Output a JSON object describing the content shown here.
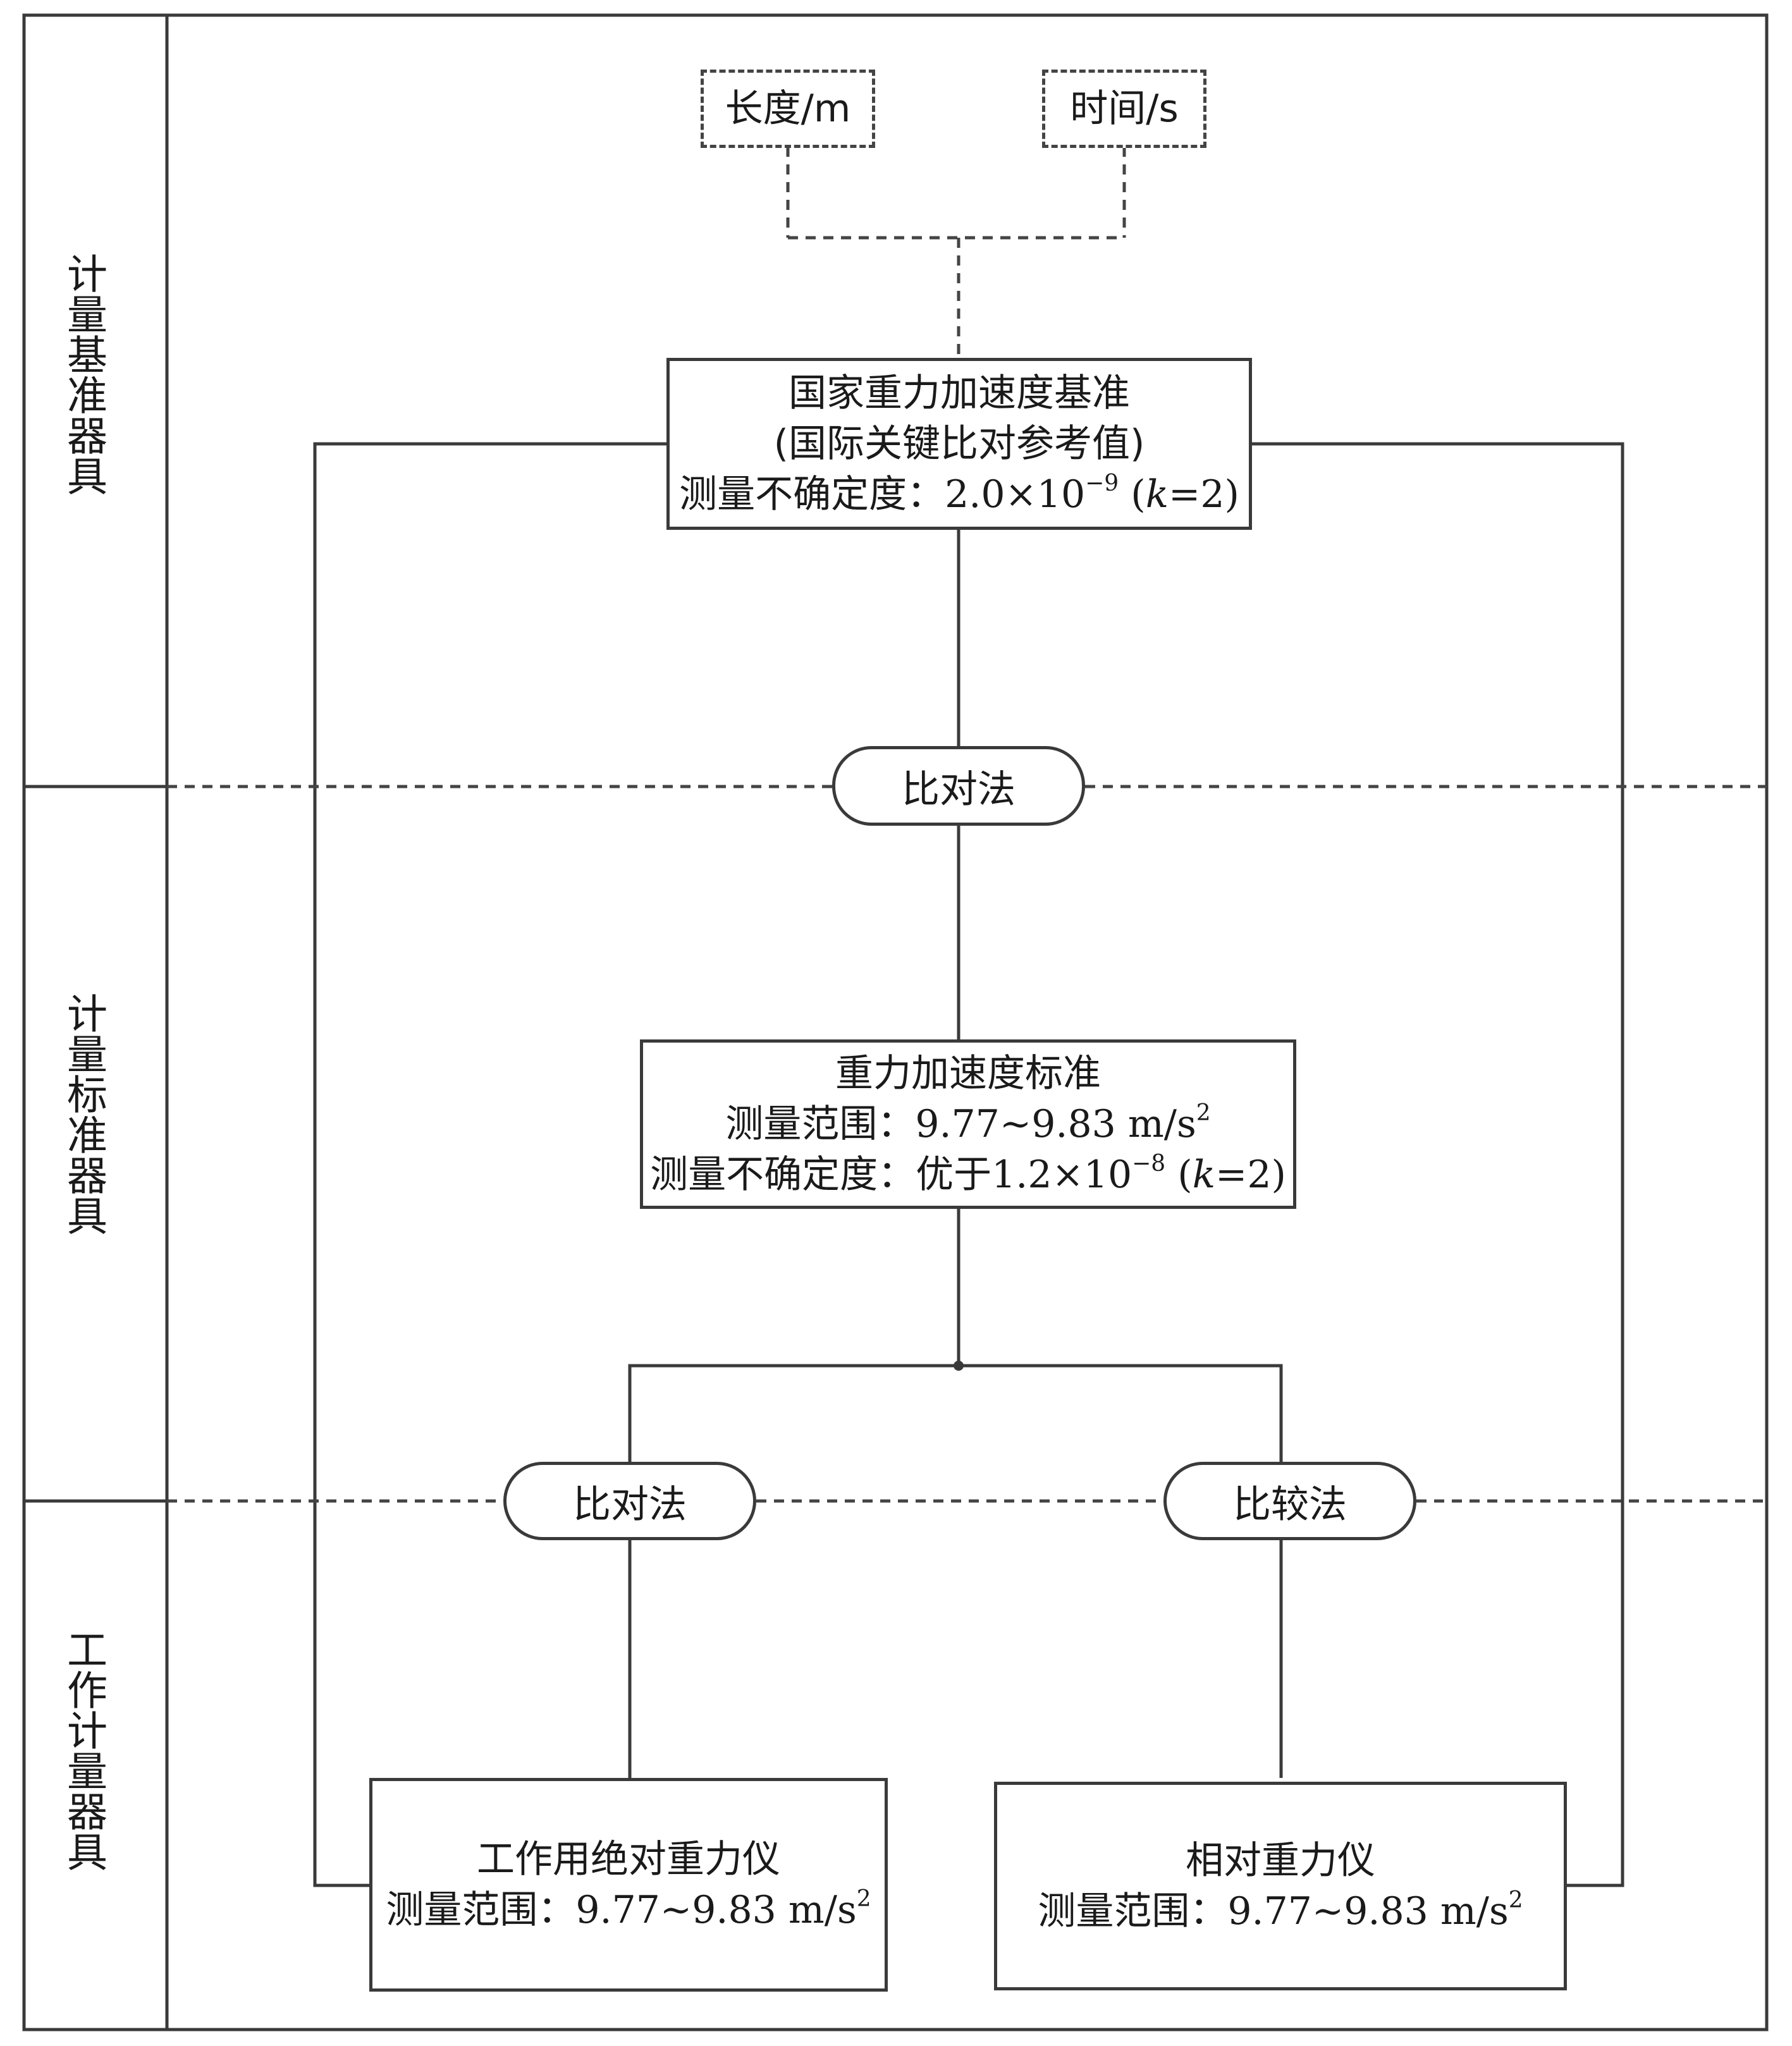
{
  "sections": [
    {
      "label": "计量基准器具"
    },
    {
      "label": "计量标准器具"
    },
    {
      "label": "工作计量器具"
    }
  ],
  "base_units": {
    "length": "长度/m",
    "time": "时间/s"
  },
  "national_standard": {
    "title": "国家重力加速度基准",
    "subtitle": "(国际关键比对参考值)",
    "uncertainty_label": "测量不确定度：",
    "uncertainty_value": "2.0×10",
    "uncertainty_exp": "−9",
    "coverage_k": "k",
    "coverage_rest": "=2)"
  },
  "method_top": "比对法",
  "measurement_standard": {
    "title": "重力加速度标准",
    "range_label": "测量范围：",
    "range_value": "9.77~9.83 m/s",
    "range_exp": "2",
    "uncertainty_label": "测量不确定度：优于",
    "uncertainty_value": "1.2×10",
    "uncertainty_exp": "−8",
    "coverage_k": "k",
    "coverage_rest": "=2)"
  },
  "method_left": "比对法",
  "method_right": "比较法",
  "absolute_gravimeter": {
    "title": "工作用绝对重力仪",
    "range_label": "测量范围：",
    "range_value": "9.77~9.83 m/s",
    "range_exp": "2"
  },
  "relative_gravimeter": {
    "title": "相对重力仪",
    "range_label": "测量范围：",
    "range_value": "9.77~9.83 m/s",
    "range_exp": "2"
  }
}
